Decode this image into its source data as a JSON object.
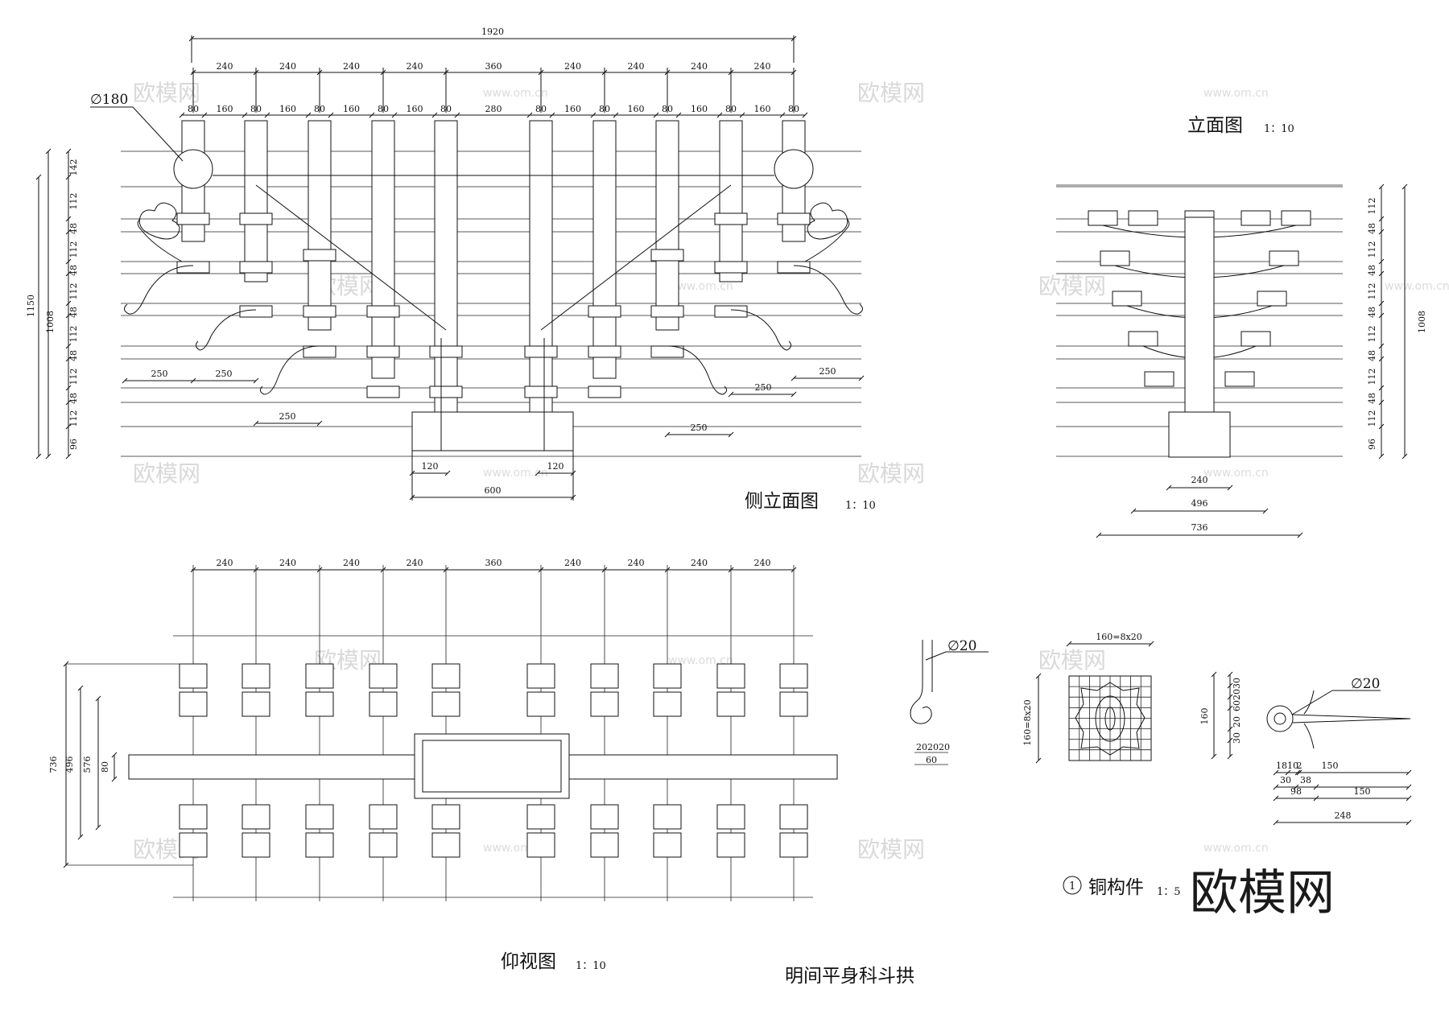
{
  "drawing": {
    "main_title": "明间平身科斗拱",
    "logo": "欧模网",
    "watermark_cn": "欧模网",
    "watermark_url": "www.om.cn"
  },
  "side_elevation": {
    "title": "侧立面图",
    "scale": "1：10",
    "diameter_label": "∅180",
    "total_width": "1920",
    "top_spans": [
      "240",
      "240",
      "240",
      "240",
      "360",
      "240",
      "240",
      "240",
      "240"
    ],
    "sub_spans": [
      "80",
      "160",
      "80",
      "160",
      "80",
      "160",
      "80",
      "160",
      "80",
      "280",
      "80",
      "160",
      "80",
      "160",
      "80",
      "160",
      "80",
      "160",
      "80"
    ],
    "left_heights": [
      "142",
      "112",
      "48",
      "112",
      "48",
      "112",
      "48",
      "112",
      "48",
      "112",
      "48",
      "112",
      "96"
    ],
    "overall_heights": [
      "1150",
      "1008"
    ],
    "bottom_dims": [
      "250",
      "250",
      "250",
      "250",
      "250",
      "250"
    ],
    "base_dims": [
      "120",
      "120",
      "600"
    ]
  },
  "front_elevation": {
    "title": "立面图",
    "scale": "1：10",
    "right_heights": [
      "112",
      "48",
      "112",
      "48",
      "112",
      "48",
      "112",
      "48",
      "112",
      "48",
      "112",
      "96"
    ],
    "overall_height": "1008",
    "bottom_dims": [
      "240",
      "496",
      "736"
    ]
  },
  "bottom_view": {
    "title": "仰视图",
    "scale": "1：10",
    "top_spans": [
      "240",
      "240",
      "240",
      "240",
      "360",
      "240",
      "240",
      "240",
      "240"
    ],
    "left_dims": [
      "736",
      "496",
      "576",
      "80"
    ]
  },
  "copper_part": {
    "marker": "1",
    "title": "铜构件",
    "scale": "1：5",
    "hook_diameter": "∅20",
    "hook_dims": [
      "20",
      "20",
      "20",
      "60"
    ],
    "plate_width": "160=8x20",
    "plate_height": "160=8x20",
    "nail_diameter": "∅20",
    "nail_left_dims": [
      "160",
      "30",
      "20",
      "60",
      "20",
      "30"
    ],
    "nail_bottom_dims": [
      "18",
      "10",
      "2",
      "150",
      "30",
      "38",
      "98",
      "150",
      "248"
    ]
  }
}
